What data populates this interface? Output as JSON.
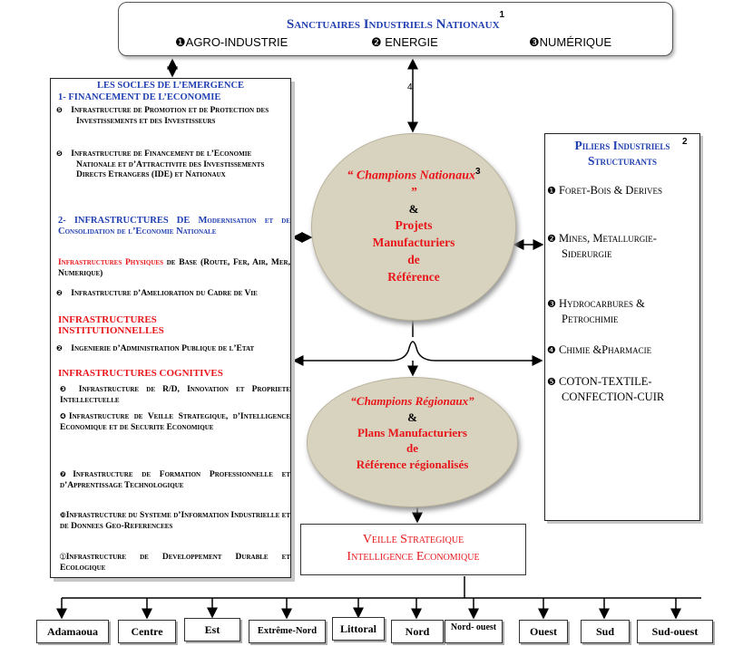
{
  "top": {
    "title": "Sanctuaires Industriels Nationaux",
    "footnote": "1",
    "items": [
      "❶AGRO-INDUSTRIE",
      "❷ ENERGIE",
      "❸NUMÉRIQUE"
    ]
  },
  "connector_label": "4",
  "left": {
    "title": "LES SOCLES DE L’EMERGENCE",
    "section1": "1- FINANCEMENT  DE L’ECONOMIE",
    "s1_items": [
      "Infrastructure de Promotion et de Protection des Investissements et des Investisseurs",
      "Infrastructure de Financement de l’Economie Nationale et d’Attractivite des Investissements Directs Etrangers (IDE) et Nationaux"
    ],
    "section2": "2- INFRASTRUCTURES  DE Modernisation et de Consolidation de l’Economie Nationale",
    "physiques_red": "Infrastructures  Physiques",
    "physiques_rest": " de Base (Route, Fer, Air, Mer, Numerique)",
    "cadre": "Infrastructure d’Amelioration du Cadre de Vie",
    "institutionnelles": "INFRASTRUCTURES INSTITUTIONNELLES",
    "ingenierie": "Ingenierie d’Administration Publique de l’Etat",
    "cognitives": "INFRASTRUCTURES  COGNITIVES",
    "cog_items": [
      "Infrastructure de R/D, Innovation et Propriete Intellectuelle",
      "Infrastructure de Veille Strategique, d’Intelligence Economique et de Securite Economique",
      "Infrastructure de Formation Professionnelle et d’Apprentissage Technologique",
      "Infrastructure du Systeme d’Information Industrielle et de Donnees Geo-Referencees",
      "Infrastructure de Developpement Durable et Ecologique"
    ],
    "bullets": [
      "❺",
      "❺",
      "❷",
      "❷",
      "❸",
      "❹",
      "❼",
      "❿",
      "➀"
    ]
  },
  "center": {
    "nat_title": "“ Champions Nationaux",
    "nat_sup": "3",
    "nat_close": " ”",
    "nat_amp": "&",
    "nat_lines": [
      "Projets",
      "Manufacturiers",
      "de",
      "Référence"
    ],
    "reg_title": "“Champions Régionaux”",
    "reg_amp": "&",
    "reg_lines": [
      "Plans Manufacturiers",
      "de",
      "Référence régionalisés"
    ]
  },
  "right": {
    "title": "Piliers Industriels Structurants",
    "footnote": "2",
    "pillars": [
      {
        "num": "❶",
        "text": "Foret-Bois & Derives"
      },
      {
        "num": "❷",
        "text": "Mines, Metallurgie-Siderurgie"
      },
      {
        "num": "❸",
        "text": "Hydrocarbures & Petrochimie"
      },
      {
        "num": "❹",
        "text": "Chimie &Pharmacie"
      },
      {
        "num": "❺",
        "text": "COTON-TEXTILE-CONFECTION-CUIR"
      }
    ]
  },
  "veille": {
    "line1": "Veille Strategique",
    "line2": "Intelligence  Economique"
  },
  "regions": [
    "Adamaoua",
    "Centre",
    "Est",
    "Extrême-Nord",
    "Littoral",
    "Nord",
    "Nord- ouest",
    "Ouest",
    "Sud",
    "Sud-ouest"
  ],
  "colors": {
    "blue": "#1f3fb0",
    "red": "#e8161a",
    "ellipse": "#d8d3bf"
  }
}
